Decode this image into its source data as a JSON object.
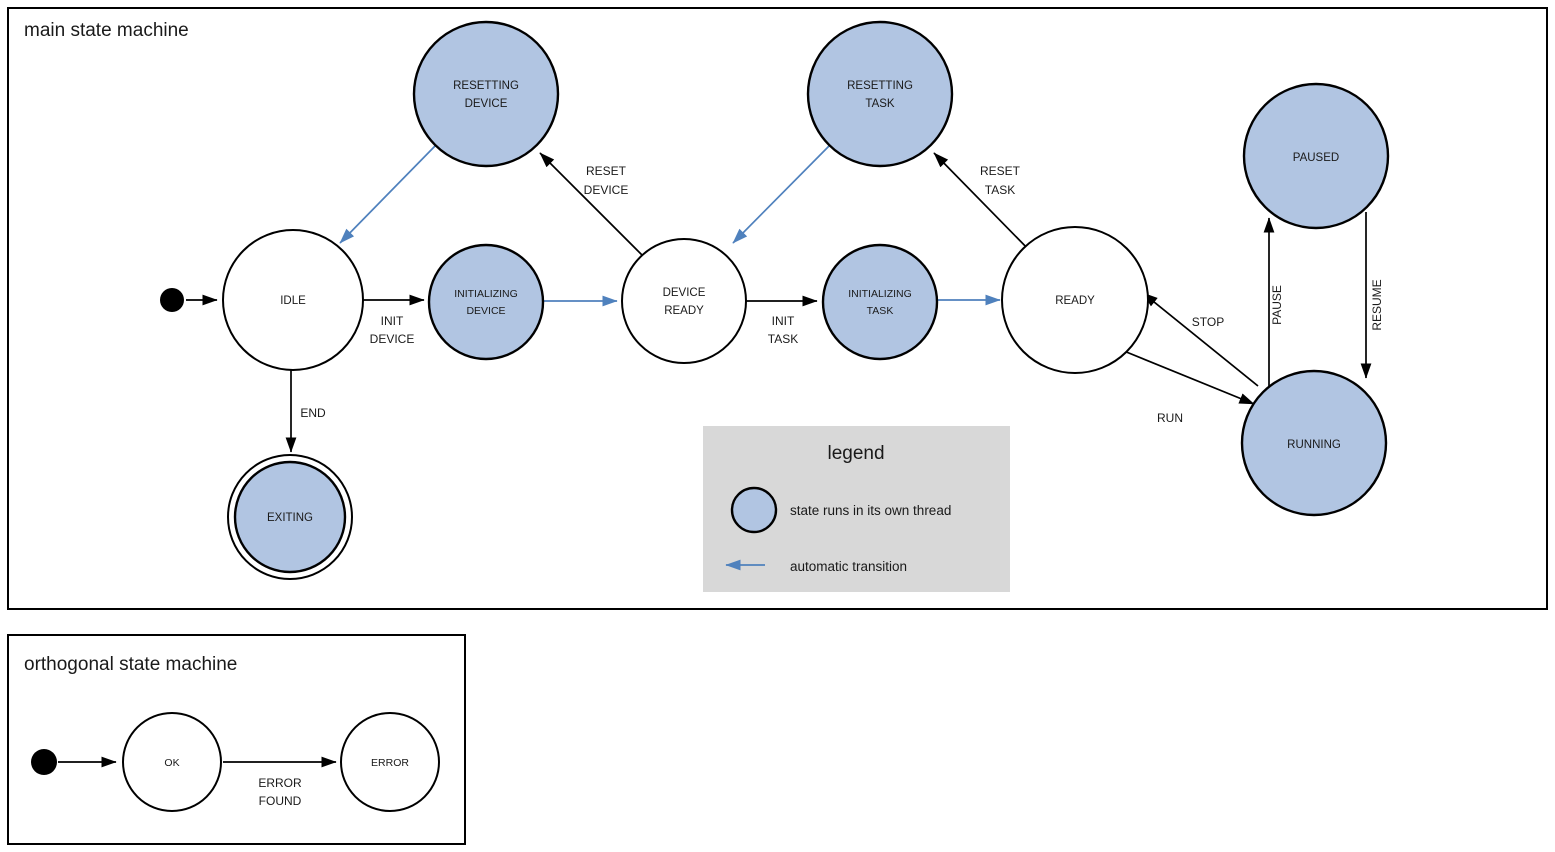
{
  "diagram": {
    "main": {
      "title": "main state machine",
      "states": [
        {
          "id": "idle",
          "label": "IDLE",
          "threaded": false,
          "final": false
        },
        {
          "id": "resetting-device",
          "label": "RESETTING\nDEVICE",
          "line1": "RESETTING",
          "line2": "DEVICE",
          "threaded": true,
          "final": false
        },
        {
          "id": "initializing-device",
          "label": "INITIALIZING\nDEVICE",
          "line1": "INITIALIZING",
          "line2": "DEVICE",
          "threaded": true,
          "final": false
        },
        {
          "id": "device-ready",
          "label": "DEVICE\nREADY",
          "line1": "DEVICE",
          "line2": "READY",
          "threaded": false,
          "final": false
        },
        {
          "id": "resetting-task",
          "label": "RESETTING\nTASK",
          "line1": "RESETTING",
          "line2": "TASK",
          "threaded": true,
          "final": false
        },
        {
          "id": "initializing-task",
          "label": "INITIALIZING\nTASK",
          "line1": "INITIALIZING",
          "line2": "TASK",
          "threaded": true,
          "final": false
        },
        {
          "id": "ready",
          "label": "READY",
          "threaded": false,
          "final": false
        },
        {
          "id": "paused",
          "label": "PAUSED",
          "threaded": true,
          "final": false
        },
        {
          "id": "running",
          "label": "RUNNING",
          "threaded": true,
          "final": false
        },
        {
          "id": "exiting",
          "label": "EXITING",
          "threaded": true,
          "final": true
        }
      ],
      "transitions": [
        {
          "from": "start",
          "to": "idle",
          "label": "",
          "automatic": false
        },
        {
          "from": "idle",
          "to": "initializing-device",
          "line1": "INIT",
          "line2": "DEVICE",
          "automatic": false
        },
        {
          "from": "initializing-device",
          "to": "device-ready",
          "label": "",
          "automatic": true
        },
        {
          "from": "device-ready",
          "to": "resetting-device",
          "line1": "RESET",
          "line2": "DEVICE",
          "automatic": false
        },
        {
          "from": "resetting-device",
          "to": "idle",
          "label": "",
          "automatic": true
        },
        {
          "from": "idle",
          "to": "exiting",
          "label": "END",
          "automatic": false
        },
        {
          "from": "device-ready",
          "to": "initializing-task",
          "line1": "INIT",
          "line2": "TASK",
          "automatic": false
        },
        {
          "from": "initializing-task",
          "to": "ready",
          "label": "",
          "automatic": true
        },
        {
          "from": "ready",
          "to": "resetting-task",
          "line1": "RESET",
          "line2": "TASK",
          "automatic": false
        },
        {
          "from": "resetting-task",
          "to": "device-ready",
          "label": "",
          "automatic": true
        },
        {
          "from": "ready",
          "to": "running",
          "label": "RUN",
          "automatic": false
        },
        {
          "from": "running",
          "to": "ready",
          "label": "STOP",
          "automatic": false
        },
        {
          "from": "running",
          "to": "paused",
          "label": "PAUSE",
          "automatic": false
        },
        {
          "from": "paused",
          "to": "running",
          "label": "RESUME",
          "automatic": false
        }
      ]
    },
    "legend": {
      "title": "legend",
      "items": [
        {
          "icon": "blue-circle",
          "text": "state runs in its own thread"
        },
        {
          "icon": "blue-arrow-left",
          "text": "automatic transition"
        }
      ],
      "background": "#d8d8d8"
    },
    "orthogonal": {
      "title": "orthogonal state machine",
      "states": [
        {
          "id": "ok",
          "label": "OK"
        },
        {
          "id": "error",
          "label": "ERROR"
        }
      ],
      "transitions": [
        {
          "from": "start",
          "to": "ok",
          "label": ""
        },
        {
          "from": "ok",
          "to": "error",
          "line1": "ERROR",
          "line2": "FOUND"
        }
      ]
    },
    "colors": {
      "thread_fill": "#b1c5e2",
      "auto_transition": "#4f81bd",
      "stroke": "#000000",
      "legend_bg": "#d8d8d8"
    }
  }
}
